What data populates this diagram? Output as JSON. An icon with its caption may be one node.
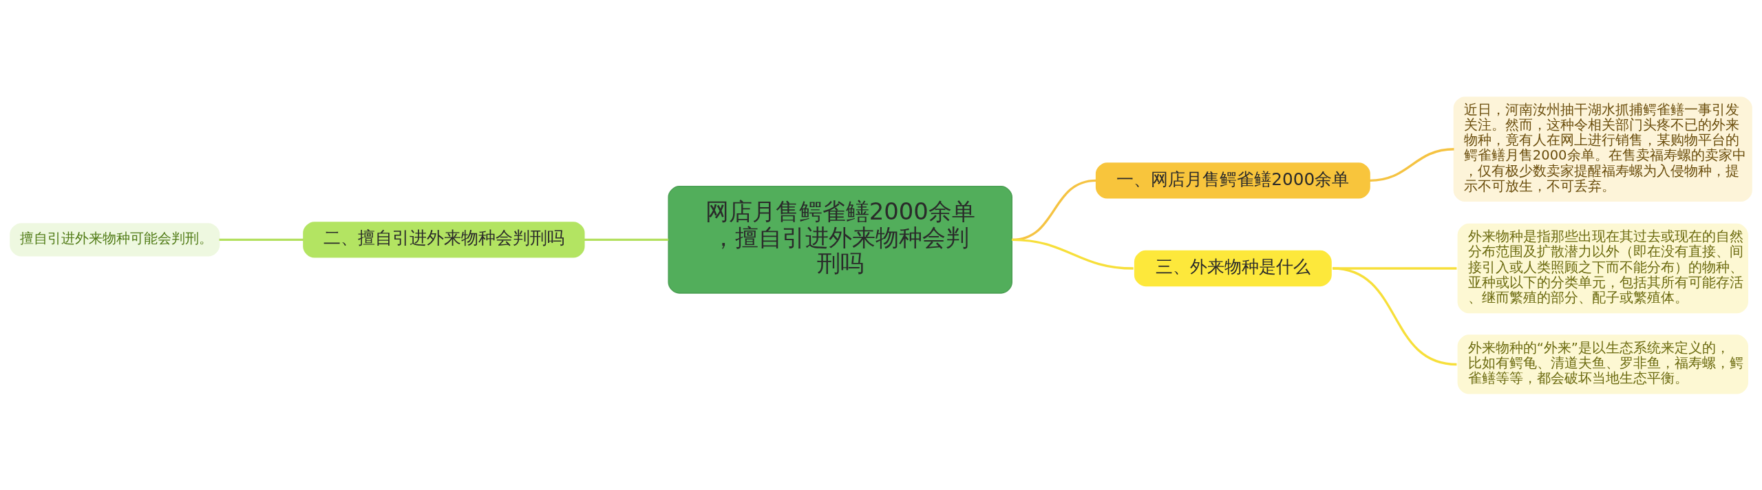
{
  "diagram": {
    "nodes": [
      {
        "text": [
          "网店月售鳄雀鳝2000余单，擅自引进外来物种会判刑吗"
        ]
      },
      {
        "text": [
          "一、网店月售鳄雀鳝2000余单"
        ]
      },
      {
        "text": [
          "近日，河南汝州抽干湖水抓捕鳄雀鳝一事引发关注。然而，这种令相关部门头疼不已的外来物种，竟有人在网上进行销售，某购物平台的鳄雀鳝月售2000余单。在售卖福寿螺的卖家中，仅有极少数卖家提醒福寿螺为入侵物种，提示不可放生，不可丢弃。"
        ]
      },
      {
        "text": [
          "二、擅自引进外来物种会判刑吗"
        ]
      },
      {
        "text": [
          "擅自引进外来物种可能会判刑。"
        ]
      },
      {
        "text": [
          "三、外来物种是什么"
        ]
      },
      {
        "text": [
          "外来物种是指那些出现在其过去或现在的自然分布范围及扩散潜力以外（即在没有直接、间接引入或人类照顾之下而不能分布）的物种、亚种或以下的分类单元，包括其所有可能存活、继而繁殖的部分、配子或繁殖体。"
        ]
      },
      {
        "text": [
          "外来物种的“外来”是以生态系统来定义的，比如有鳄龟、清道夫鱼、罗非鱼，福寿螺，鳄雀鳝等等，都会破坏当地生态平衡。"
        ]
      }
    ],
    "edges": [
      {
        "from": 0,
        "to": 1,
        "arrow": "none",
        "color": "#f5c342"
      },
      {
        "from": 1,
        "to": 2,
        "arrow": "none",
        "color": "#f5c342"
      },
      {
        "from": 0,
        "to": 3,
        "arrow": "none",
        "color": "#b3e05f"
      },
      {
        "from": 3,
        "to": 4,
        "arrow": "none",
        "color": "#b3e05f"
      },
      {
        "from": 0,
        "to": 5,
        "arrow": "none"
      },
      {
        "from": 5,
        "to": 6,
        "arrow": "none"
      },
      {
        "from": 5,
        "to": 7,
        "arrow": "none"
      }
    ]
  }
}
